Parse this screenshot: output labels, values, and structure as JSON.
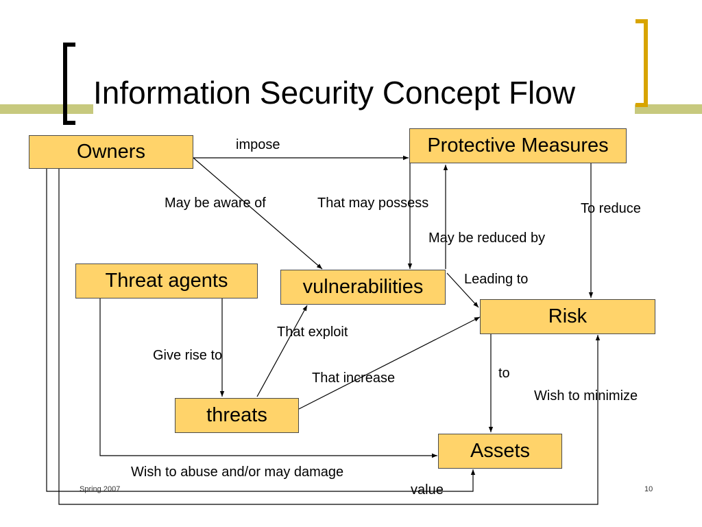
{
  "slide": {
    "title": "Information Security Concept Flow",
    "footer_left": "Spring 2007",
    "page_number": "10"
  },
  "nodes": {
    "owners": "Owners",
    "protective_measures": "Protective Measures",
    "threat_agents": "Threat agents",
    "vulnerabilities": "vulnerabilities",
    "risk": "Risk",
    "threats": "threats",
    "assets": "Assets"
  },
  "edges": {
    "impose": "impose",
    "may_be_aware_of": "May be aware of",
    "that_may_possess": "That may possess",
    "to_reduce": "To reduce",
    "may_be_reduced_by": "May be reduced by",
    "leading_to": "Leading to",
    "that_exploit": "That exploit",
    "give_rise_to": "Give rise to",
    "that_increase": "That increase",
    "to": "to",
    "wish_to_minimize": "Wish to minimize",
    "wish_to_abuse": "Wish to abuse and/or may damage",
    "value": "value"
  },
  "colors": {
    "node_fill": "#ffd36a",
    "accent_bar": "#c7c97e",
    "right_bracket": "#d8a400"
  }
}
